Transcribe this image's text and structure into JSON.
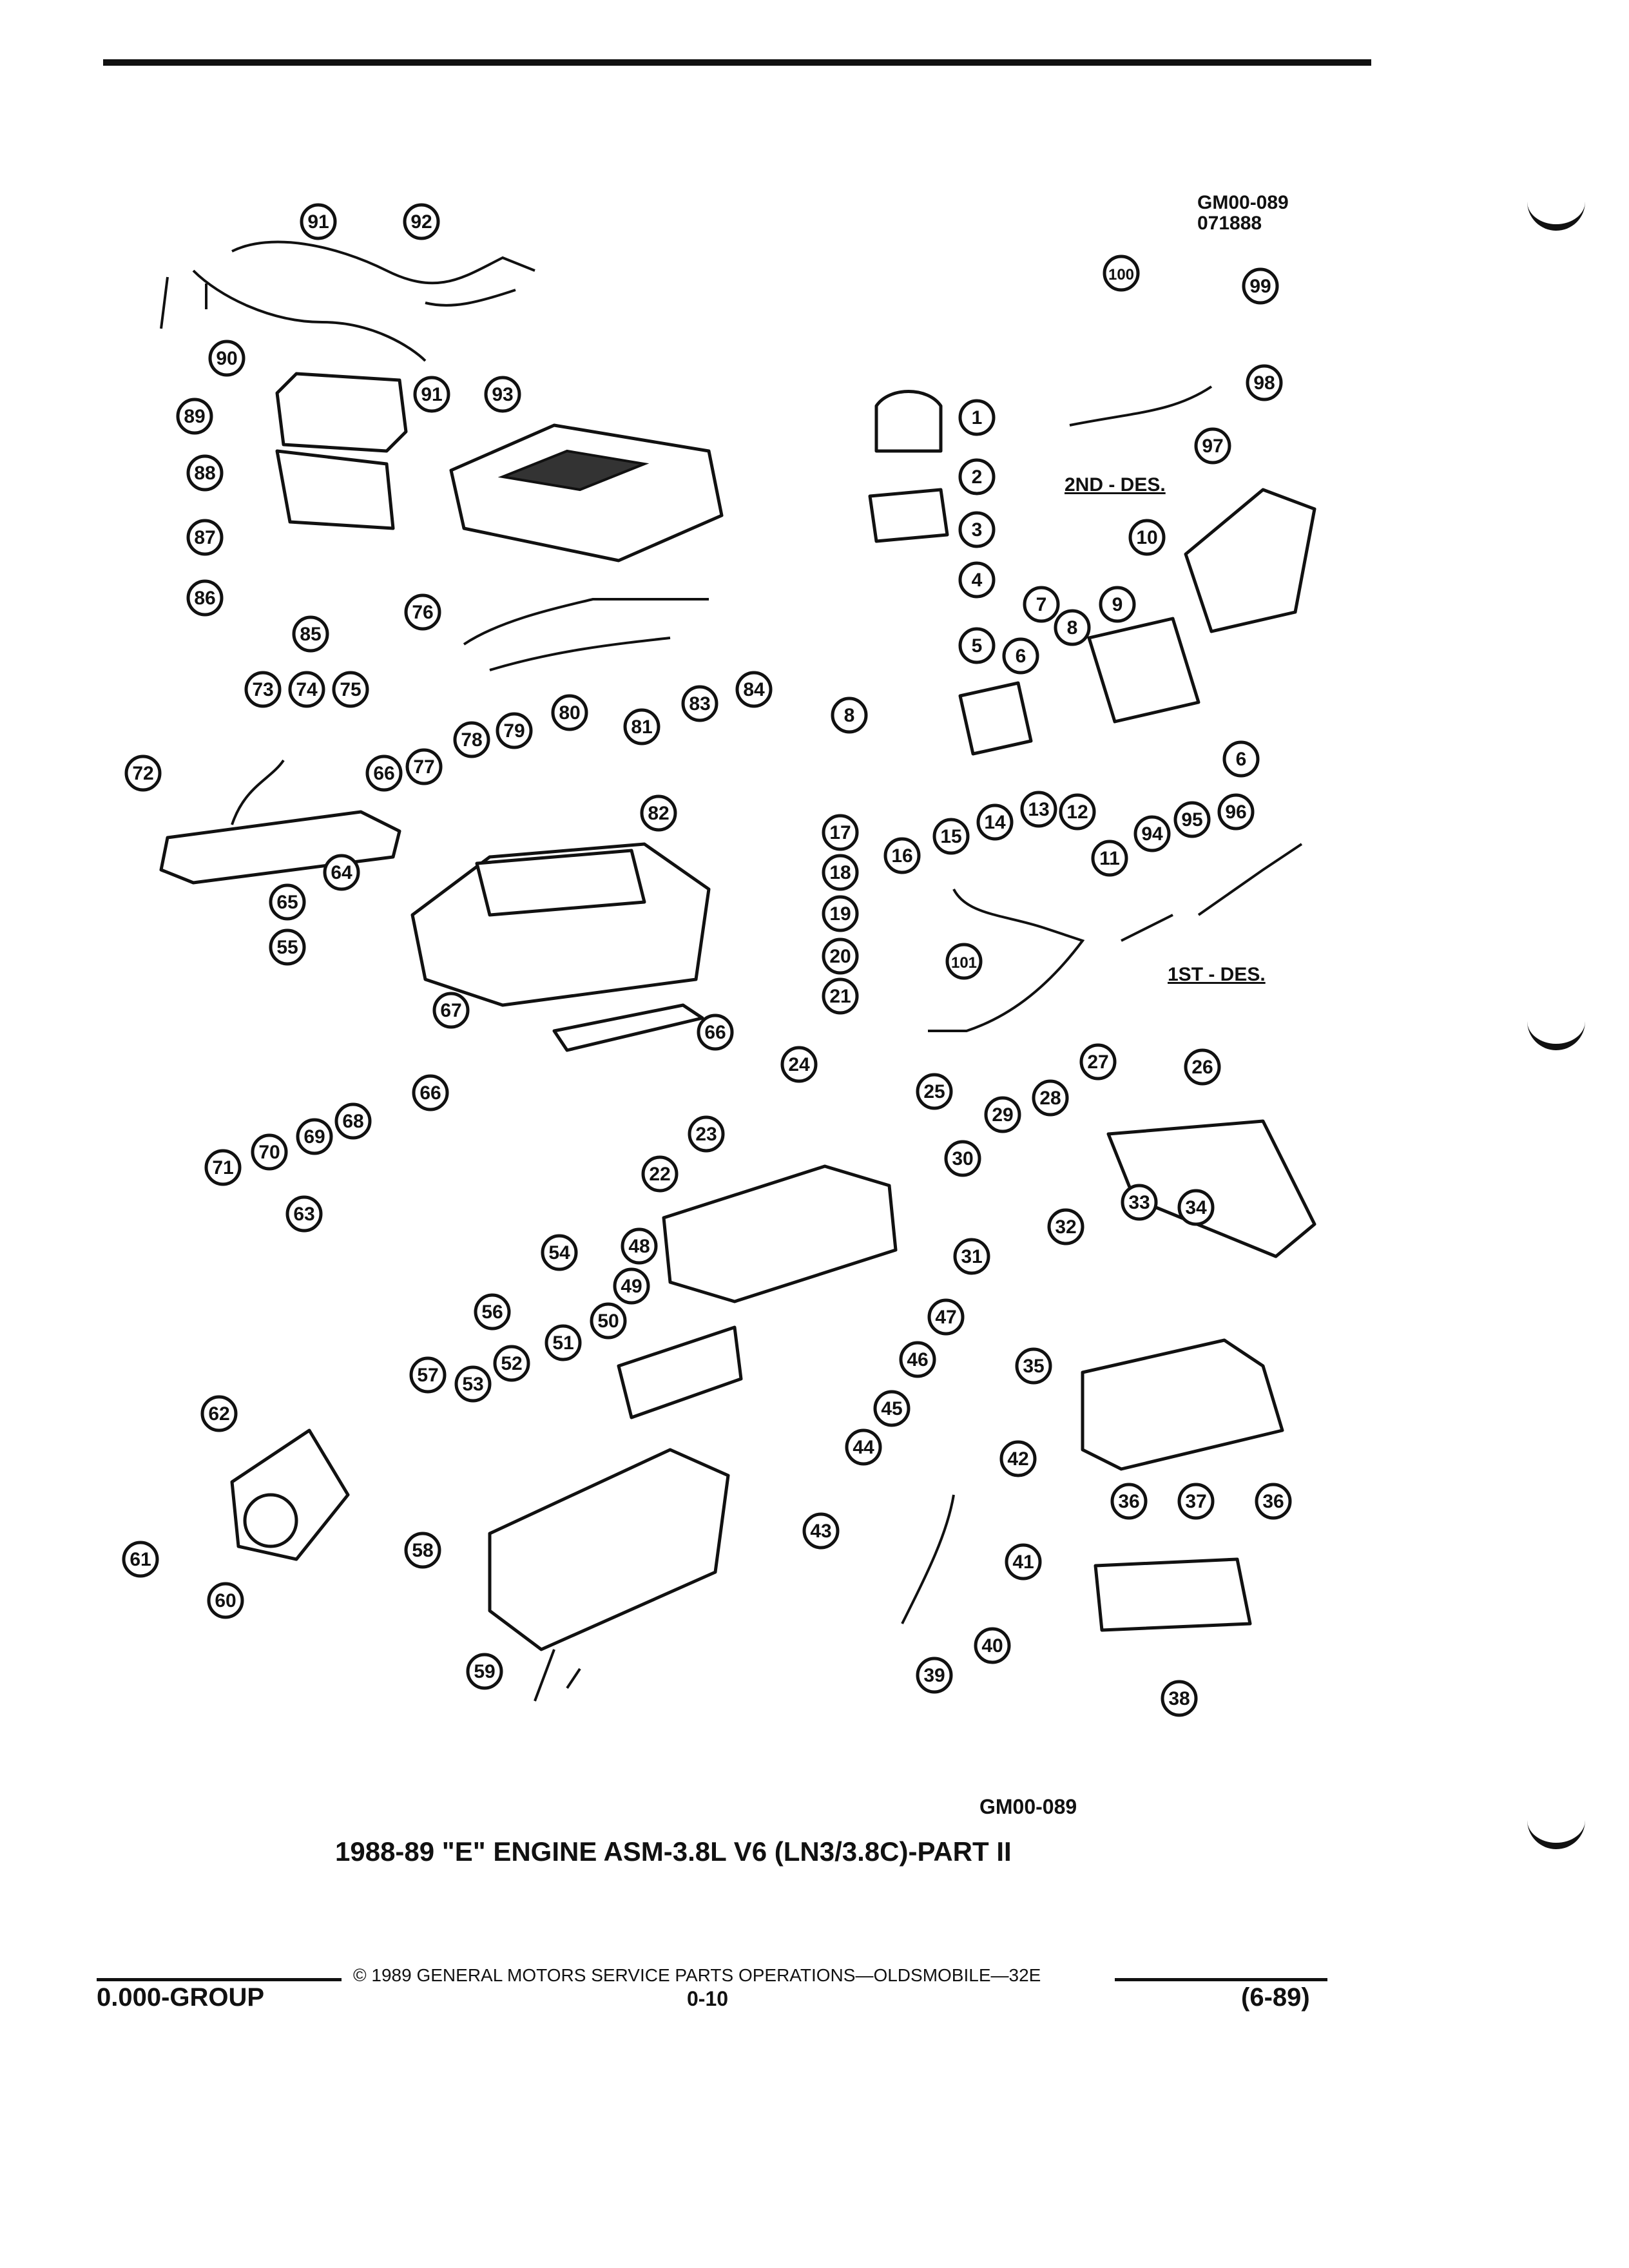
{
  "header": {
    "ref_code": "GM00-089",
    "ref_date": "071888"
  },
  "design_labels": {
    "second": "2ND - DES.",
    "first": "1ST - DES."
  },
  "diagram": {
    "figure_code": "GM00-089",
    "caption": "1988-89 \"E\" ENGINE ASM-3.8L V6 (LN3/3.8C)-PART II",
    "callouts": [
      {
        "id": "c1",
        "label": "1"
      },
      {
        "id": "c2",
        "label": "2"
      },
      {
        "id": "c3",
        "label": "3"
      },
      {
        "id": "c4",
        "label": "4"
      },
      {
        "id": "c5",
        "label": "5"
      },
      {
        "id": "c6a",
        "label": "6"
      },
      {
        "id": "c6b",
        "label": "6"
      },
      {
        "id": "c7",
        "label": "7"
      },
      {
        "id": "c8a",
        "label": "8"
      },
      {
        "id": "c8b",
        "label": "8"
      },
      {
        "id": "c9",
        "label": "9"
      },
      {
        "id": "c10",
        "label": "10"
      },
      {
        "id": "c11",
        "label": "11"
      },
      {
        "id": "c12",
        "label": "12"
      },
      {
        "id": "c13",
        "label": "13"
      },
      {
        "id": "c14",
        "label": "14"
      },
      {
        "id": "c15",
        "label": "15"
      },
      {
        "id": "c16",
        "label": "16"
      },
      {
        "id": "c17",
        "label": "17"
      },
      {
        "id": "c18",
        "label": "18"
      },
      {
        "id": "c19",
        "label": "19"
      },
      {
        "id": "c20",
        "label": "20"
      },
      {
        "id": "c21",
        "label": "21"
      },
      {
        "id": "c22",
        "label": "22"
      },
      {
        "id": "c23",
        "label": "23"
      },
      {
        "id": "c24",
        "label": "24"
      },
      {
        "id": "c25",
        "label": "25"
      },
      {
        "id": "c26",
        "label": "26"
      },
      {
        "id": "c27",
        "label": "27"
      },
      {
        "id": "c28",
        "label": "28"
      },
      {
        "id": "c29",
        "label": "29"
      },
      {
        "id": "c30",
        "label": "30"
      },
      {
        "id": "c31",
        "label": "31"
      },
      {
        "id": "c32",
        "label": "32"
      },
      {
        "id": "c33",
        "label": "33"
      },
      {
        "id": "c34",
        "label": "34"
      },
      {
        "id": "c35",
        "label": "35"
      },
      {
        "id": "c36a",
        "label": "36"
      },
      {
        "id": "c36b",
        "label": "36"
      },
      {
        "id": "c37",
        "label": "37"
      },
      {
        "id": "c38",
        "label": "38"
      },
      {
        "id": "c39",
        "label": "39"
      },
      {
        "id": "c40",
        "label": "40"
      },
      {
        "id": "c41",
        "label": "41"
      },
      {
        "id": "c42",
        "label": "42"
      },
      {
        "id": "c43",
        "label": "43"
      },
      {
        "id": "c44",
        "label": "44"
      },
      {
        "id": "c45",
        "label": "45"
      },
      {
        "id": "c46",
        "label": "46"
      },
      {
        "id": "c47",
        "label": "47"
      },
      {
        "id": "c48",
        "label": "48"
      },
      {
        "id": "c49",
        "label": "49"
      },
      {
        "id": "c50",
        "label": "50"
      },
      {
        "id": "c51",
        "label": "51"
      },
      {
        "id": "c52",
        "label": "52"
      },
      {
        "id": "c53",
        "label": "53"
      },
      {
        "id": "c54",
        "label": "54"
      },
      {
        "id": "c55",
        "label": "55"
      },
      {
        "id": "c56",
        "label": "56"
      },
      {
        "id": "c57",
        "label": "57"
      },
      {
        "id": "c58",
        "label": "58"
      },
      {
        "id": "c59",
        "label": "59"
      },
      {
        "id": "c60",
        "label": "60"
      },
      {
        "id": "c61",
        "label": "61"
      },
      {
        "id": "c62",
        "label": "62"
      },
      {
        "id": "c63",
        "label": "63"
      },
      {
        "id": "c64",
        "label": "64"
      },
      {
        "id": "c65",
        "label": "65"
      },
      {
        "id": "c66a",
        "label": "66"
      },
      {
        "id": "c66b",
        "label": "66"
      },
      {
        "id": "c66c",
        "label": "66"
      },
      {
        "id": "c67",
        "label": "67"
      },
      {
        "id": "c68",
        "label": "68"
      },
      {
        "id": "c69",
        "label": "69"
      },
      {
        "id": "c70",
        "label": "70"
      },
      {
        "id": "c71",
        "label": "71"
      },
      {
        "id": "c72",
        "label": "72"
      },
      {
        "id": "c73",
        "label": "73"
      },
      {
        "id": "c74",
        "label": "74"
      },
      {
        "id": "c75",
        "label": "75"
      },
      {
        "id": "c76",
        "label": "76"
      },
      {
        "id": "c77",
        "label": "77"
      },
      {
        "id": "c78",
        "label": "78"
      },
      {
        "id": "c79",
        "label": "79"
      },
      {
        "id": "c80",
        "label": "80"
      },
      {
        "id": "c81",
        "label": "81"
      },
      {
        "id": "c82",
        "label": "82"
      },
      {
        "id": "c83",
        "label": "83"
      },
      {
        "id": "c84",
        "label": "84"
      },
      {
        "id": "c85",
        "label": "85"
      },
      {
        "id": "c86",
        "label": "86"
      },
      {
        "id": "c87",
        "label": "87"
      },
      {
        "id": "c88",
        "label": "88"
      },
      {
        "id": "c89",
        "label": "89"
      },
      {
        "id": "c90",
        "label": "90"
      },
      {
        "id": "c91a",
        "label": "91"
      },
      {
        "id": "c91b",
        "label": "91"
      },
      {
        "id": "c92",
        "label": "92"
      },
      {
        "id": "c93",
        "label": "93"
      },
      {
        "id": "c94",
        "label": "94"
      },
      {
        "id": "c95",
        "label": "95"
      },
      {
        "id": "c96",
        "label": "96"
      },
      {
        "id": "c97",
        "label": "97"
      },
      {
        "id": "c98",
        "label": "98"
      },
      {
        "id": "c99",
        "label": "99"
      },
      {
        "id": "c100",
        "label": "100"
      },
      {
        "id": "c101",
        "label": "101"
      }
    ]
  },
  "footer": {
    "copyright": "© 1989 GENERAL MOTORS SERVICE PARTS OPERATIONS—OLDSMOBILE—32E",
    "group": "0.000-GROUP",
    "page": "0-10",
    "revision": "(6-89)"
  }
}
